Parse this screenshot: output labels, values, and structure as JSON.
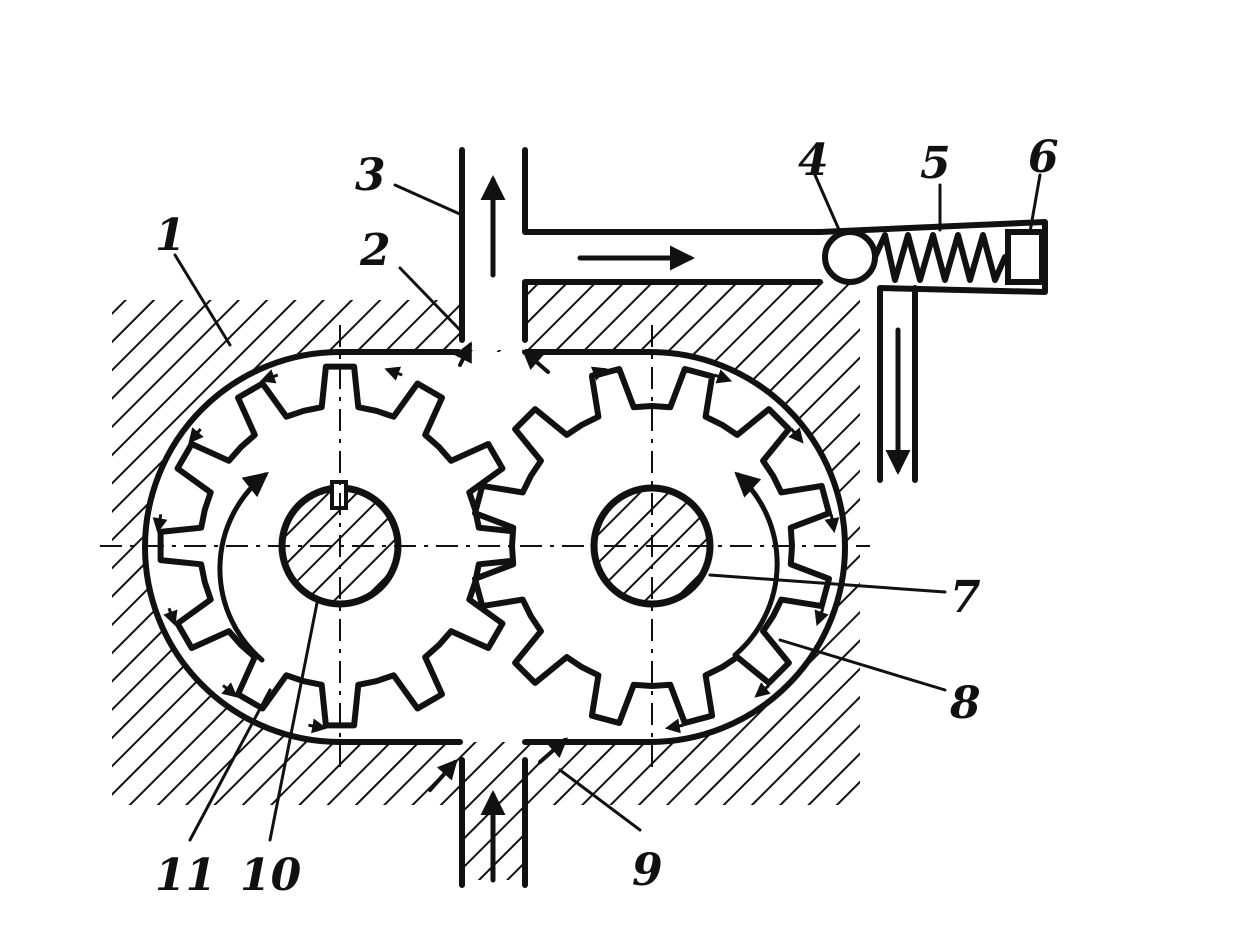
{
  "diagram": {
    "ink_color": "#111111",
    "paper_color": "#ffffff",
    "callouts": {
      "c1": "1",
      "c2": "2",
      "c3": "3",
      "c4": "4",
      "c5": "5",
      "c6": "6",
      "c7": "7",
      "c8": "8",
      "c9": "9",
      "c10": "10",
      "c11": "11"
    }
  }
}
